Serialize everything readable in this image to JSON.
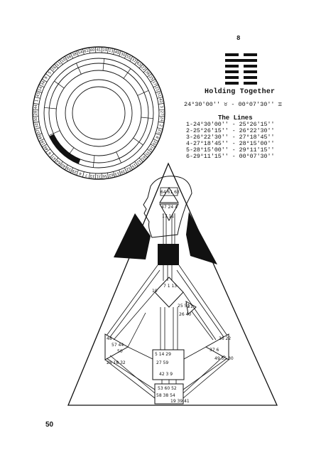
{
  "hexagram": {
    "number": "8",
    "title": "Holding Together",
    "range": "24°30'00'' ♉ - 00°07'30'' ♊"
  },
  "lines": {
    "heading": "The Lines",
    "items": [
      "1-24°30'00'' - 25°26'15''",
      "2-25°26'15'' - 26°22'30''",
      "3-26°22'30'' - 27°18'45''",
      "4-27°18'45'' - 28°15'00''",
      "5-28°15'00'' - 29°11'15''",
      "6-29°11'15'' - 00°07'30''"
    ]
  },
  "wheel": {
    "gate_labels": [
      "41",
      "19",
      "13",
      "49",
      "30",
      "55",
      "37",
      "63",
      "22",
      "36",
      "25",
      "17",
      "21",
      "51",
      "42",
      "3",
      "27",
      "24",
      "2",
      "23",
      "8",
      "20",
      "16",
      "35",
      "45",
      "12",
      "15",
      "52",
      "39",
      "53",
      "62",
      "56",
      "31",
      "33",
      "7",
      "4",
      "29",
      "59",
      "40",
      "64",
      "47",
      "6",
      "46",
      "18",
      "48",
      "57",
      "32",
      "50",
      "28",
      "44",
      "1",
      "43",
      "14",
      "34",
      "9",
      "5",
      "26",
      "11",
      "10",
      "58",
      "38",
      "54",
      "61",
      "60"
    ]
  },
  "bodygraph": {
    "head_gates": "64 61 63",
    "ajna_gates": "47 24 4",
    "throat_top": "17 11",
    "g_gates": "7 1 13",
    "g_side": "10",
    "heart_gates": "21",
    "spleen_top": "48",
    "spleen_mid": "57 44",
    "spleen_low": "50",
    "spleen_left": "28 18 32",
    "sacral_gates": "5 14 29",
    "sacral_mid": "27 59",
    "sacral_low": "42 3 9",
    "solar_right": "36 22",
    "solar_mid": "37 6",
    "solar_low": "49 55 30",
    "ego_gates": "26 40",
    "g_right": "25 51",
    "root_gates": "53 60 52",
    "root_left": "58 38 54",
    "root_right": "19 39 41"
  },
  "page": {
    "number": "50"
  }
}
